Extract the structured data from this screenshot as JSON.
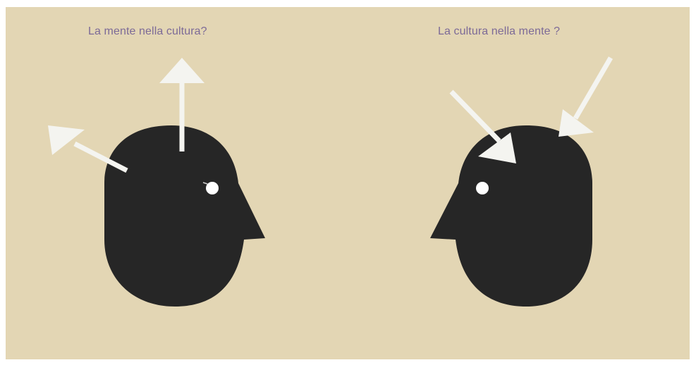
{
  "captions": {
    "left": "La mente nella cultura?",
    "right": "La cultura nella mente ?"
  },
  "colors": {
    "background": "#e3d6b4",
    "head": "#262626",
    "arrow": "#ffffff",
    "caption": "#7c6a97"
  },
  "figures": [
    {
      "name": "left-head",
      "facing": "right",
      "arrows": "outward"
    },
    {
      "name": "right-head",
      "facing": "left",
      "arrows": "inward"
    }
  ]
}
